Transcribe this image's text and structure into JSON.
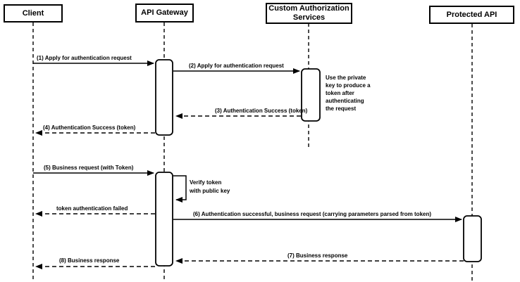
{
  "diagram_type": "sequence-diagram",
  "colors": {
    "stroke": "#000000",
    "background": "#ffffff",
    "text": "#000000"
  },
  "actors": [
    {
      "name": "Client"
    },
    {
      "name": "API Gateway"
    },
    {
      "name": "Custom Authorization Services"
    },
    {
      "name": "Protected API"
    }
  ],
  "messages": [
    {
      "label": "(1) Apply for authentication request",
      "from": "Client",
      "to": "API Gateway",
      "style": "solid"
    },
    {
      "label": "(2) Apply for authentication request",
      "from": "API Gateway",
      "to": "Custom Authorization Services",
      "style": "solid"
    },
    {
      "label": "(3) Authentication Success (token)",
      "from": "Custom Authorization Services",
      "to": "API Gateway",
      "style": "dashed"
    },
    {
      "label": "(4) Authentication Success (token)",
      "from": "API Gateway",
      "to": "Client",
      "style": "dashed"
    },
    {
      "label": "(5) Business request (with Token)",
      "from": "Client",
      "to": "API Gateway",
      "style": "solid"
    },
    {
      "label": "Verify token\nwith public key",
      "from": "API Gateway",
      "to": "API Gateway",
      "style": "self"
    },
    {
      "label": "token authentication failed",
      "from": "API Gateway",
      "to": "Client",
      "style": "dashed"
    },
    {
      "label": "(6) Authentication successful, business request (carrying parameters parsed from token)",
      "from": "API Gateway",
      "to": "Protected API",
      "style": "solid"
    },
    {
      "label": "(7) Business response",
      "from": "Protected API",
      "to": "API Gateway",
      "style": "dashed"
    },
    {
      "label": "(8) Business response",
      "from": "API Gateway",
      "to": "Client",
      "style": "dashed"
    }
  ],
  "notes": [
    {
      "text": "Use the private\nkey to produce a\ntoken after\nauthenticating\nthe request",
      "attached_to": "Custom Authorization Services"
    }
  ]
}
